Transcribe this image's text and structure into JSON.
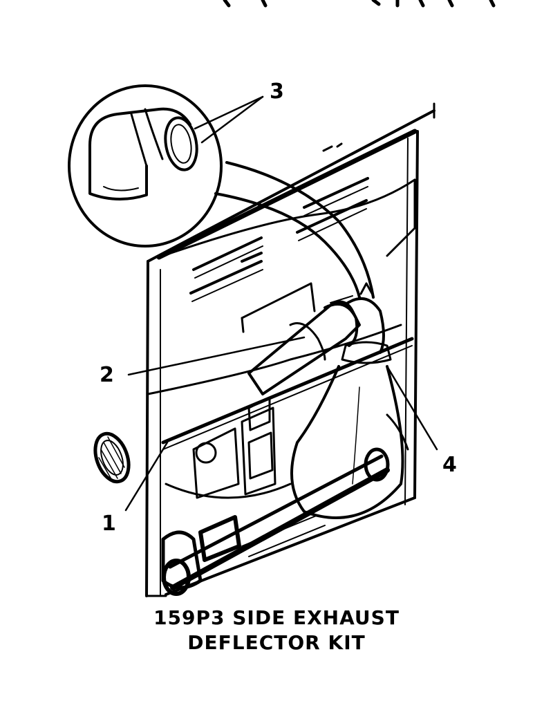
{
  "diagram": {
    "callouts": [
      {
        "id": "1",
        "label": "1"
      },
      {
        "id": "2",
        "label": "2"
      },
      {
        "id": "3",
        "label": "3"
      },
      {
        "id": "4",
        "label": "4"
      }
    ],
    "caption_line1": "159P3 SIDE EXHAUST",
    "caption_line2": "DEFLECTOR KIT",
    "colors": {
      "ink": "#000000",
      "paper": "#ffffff"
    }
  }
}
